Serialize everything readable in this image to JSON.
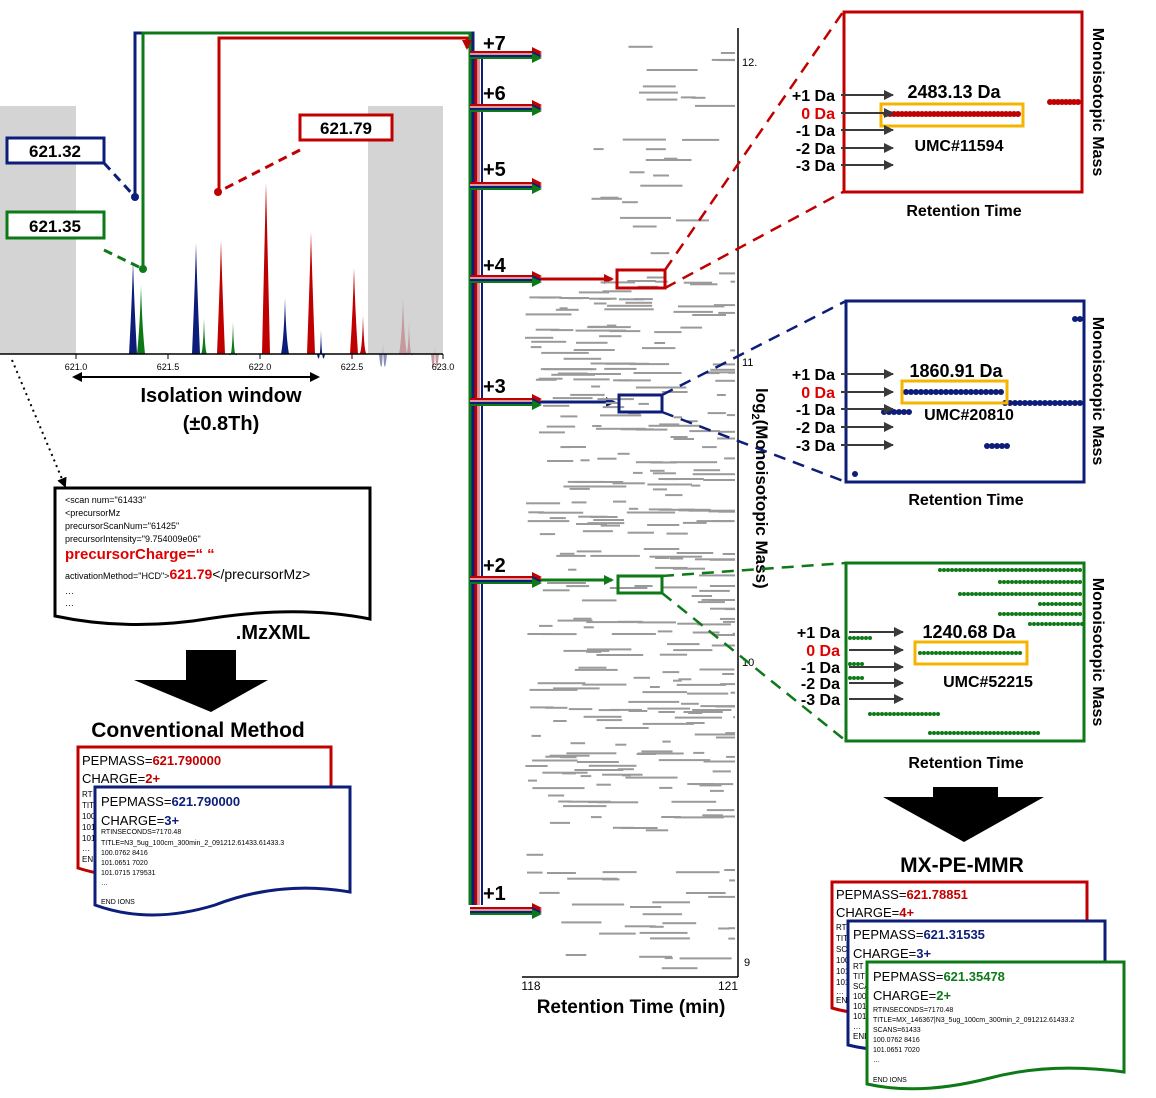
{
  "colors": {
    "red": "#c00000",
    "navy": "#0d1d7a",
    "green": "#0e7a17",
    "gold": "#f5b400",
    "gray": "#d4d4d4",
    "mapbar": "#9a9a9a"
  },
  "spectrum": {
    "labels": {
      "navy": "621.32",
      "green": "621.35",
      "red": "621.79"
    },
    "ticks": [
      "621.0",
      "621.5",
      "622.0",
      "622.5",
      "623.0"
    ],
    "isolation_title": "Isolation window",
    "isolation_sub": "(±0.8Th)"
  },
  "mzxml": {
    "lines": [
      "<scan num=\"61433\"",
      "<precursorMz",
      "precursorScanNum=\"61425\"",
      "precursorIntensity=\"9.754009e06\""
    ],
    "charge_line": "precursorCharge=“ “",
    "activation_prefix": "activationMethod=\"HCD\">",
    "activation_value": "621.79",
    "activation_suffix": "</precursorMz>",
    "dots": [
      "…",
      "…"
    ],
    "caption": ".MzXML"
  },
  "conventional": {
    "title": "Conventional Method",
    "card1": {
      "pepmass_label": "PEPMASS=",
      "pepmass_value": "621.790000",
      "charge_label": "CHARGE=",
      "charge_value": "2+",
      "stub_lines": [
        "RT",
        "TIT",
        "100",
        "101",
        "101",
        "…",
        "END"
      ]
    },
    "card2": {
      "pepmass_label": "PEPMASS=",
      "pepmass_value": "621.790000",
      "charge_label": "CHARGE=",
      "charge_value": "3+",
      "lines": [
        "RTINSECONDS=7170.48",
        "TITLE=N3_5ug_100cm_300min_2_091212.61433.61433.3",
        "100.0762 8416",
        "101.0651 7020",
        "101.0715 179531",
        "…",
        "END IONS"
      ]
    }
  },
  "charges": [
    "+7",
    "+6",
    "+5",
    "+4",
    "+3",
    "+2",
    "+1"
  ],
  "lcms": {
    "y_ticks": [
      "12.",
      "11",
      "10",
      "9"
    ],
    "x_ticks": [
      "118",
      "121"
    ],
    "xlabel": "Retention Time (min)",
    "ylabel_pre": "log",
    "ylabel_sub": "2",
    "ylabel_post": "(Monoisotopic Mass)"
  },
  "insets": {
    "da_labels": [
      "+1 Da",
      "0 Da",
      "-1 Da",
      "-2 Da",
      "-3 Da"
    ],
    "xlabel": "Retention Time",
    "ylabel": "Monoisotopic Mass",
    "red": {
      "mass": "2483.13 Da",
      "umc": "UMC#11594"
    },
    "navy": {
      "mass": "1860.91 Da",
      "umc": "UMC#20810"
    },
    "green": {
      "mass": "1240.68 Da",
      "umc": "UMC#52215"
    }
  },
  "mxpe": {
    "title": "MX-PE-MMR",
    "card1": {
      "pepmass_label": "PEPMASS=",
      "pepmass_value": "621.78851",
      "charge_label": "CHARGE=",
      "charge_value": "4+",
      "stub_lines": [
        "RT",
        "TIT",
        "SC",
        "100",
        "101",
        "101",
        "…",
        "END"
      ]
    },
    "card2": {
      "pepmass_label": "PEPMASS=",
      "pepmass_value": "621.31535",
      "charge_label": "CHARGE=",
      "charge_value": "3+",
      "stub_lines": [
        "RT",
        "TIT",
        "SCA",
        "100",
        "101",
        "101",
        "…",
        "END"
      ]
    },
    "card3": {
      "pepmass_label": "PEPMASS=",
      "pepmass_value": "621.35478",
      "charge_label": "CHARGE=",
      "charge_value": "2+",
      "lines": [
        "RTINSECONDS=7170.48",
        "TITLE=MX_146367|N3_5ug_100cm_300min_2_091212.61433.2",
        "SCANS=61433",
        "100.0762 8416",
        "101.0651 7020",
        "…",
        "END IONS"
      ]
    }
  }
}
